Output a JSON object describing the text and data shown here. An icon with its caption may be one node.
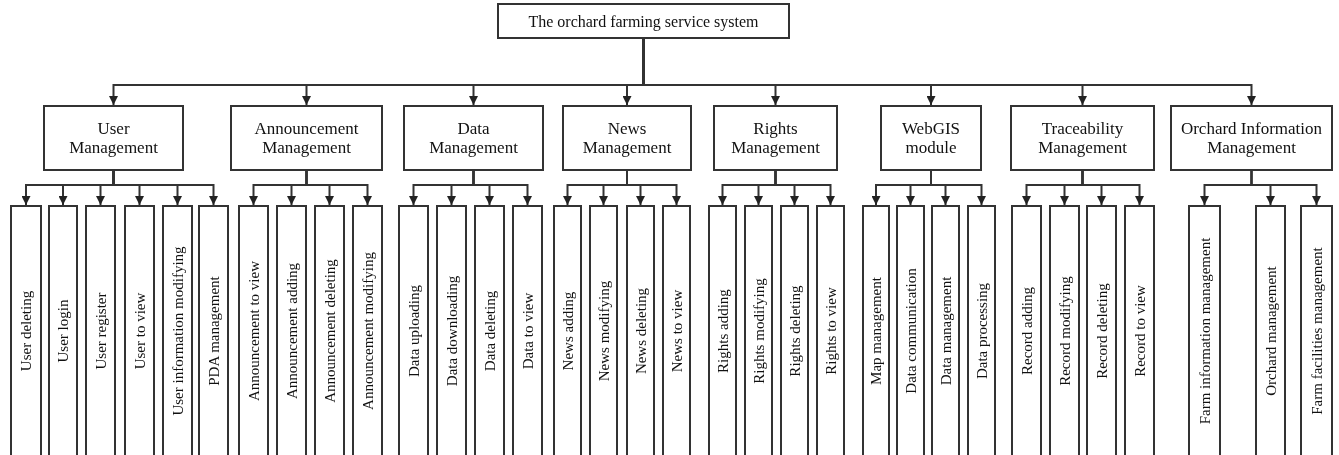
{
  "diagram": {
    "nodes": [
      {
        "text": [
          "The orchard farming service system"
        ]
      },
      {
        "text": [
          "User Management"
        ]
      },
      {
        "text": [
          "User deleting"
        ]
      },
      {
        "text": [
          "User login"
        ]
      },
      {
        "text": [
          "User register"
        ]
      },
      {
        "text": [
          "User to view"
        ]
      },
      {
        "text": [
          "User information modifying"
        ]
      },
      {
        "text": [
          "PDA management"
        ]
      },
      {
        "text": [
          "Announcement Management"
        ]
      },
      {
        "text": [
          "Announcement to view"
        ]
      },
      {
        "text": [
          "Announcement adding"
        ]
      },
      {
        "text": [
          "Announcement deleting"
        ]
      },
      {
        "text": [
          "Announcement modifying"
        ]
      },
      {
        "text": [
          "Data Management"
        ]
      },
      {
        "text": [
          "Data uploading"
        ]
      },
      {
        "text": [
          "Data downloading"
        ]
      },
      {
        "text": [
          "Data deleting"
        ]
      },
      {
        "text": [
          "Data to view"
        ]
      },
      {
        "text": [
          "News Management"
        ]
      },
      {
        "text": [
          "News adding"
        ]
      },
      {
        "text": [
          "News modifying"
        ]
      },
      {
        "text": [
          "News deleting"
        ]
      },
      {
        "text": [
          "News to view"
        ]
      },
      {
        "text": [
          "Rights Management"
        ]
      },
      {
        "text": [
          "Rights adding"
        ]
      },
      {
        "text": [
          "Rights modifying"
        ]
      },
      {
        "text": [
          "Rights deleting"
        ]
      },
      {
        "text": [
          "Rights to view"
        ]
      },
      {
        "text": [
          "WebGIS module"
        ]
      },
      {
        "text": [
          "Map management"
        ]
      },
      {
        "text": [
          "Data communication"
        ]
      },
      {
        "text": [
          "Data management"
        ]
      },
      {
        "text": [
          "Data processing"
        ]
      },
      {
        "text": [
          "Traceability Management"
        ]
      },
      {
        "text": [
          "Record adding"
        ]
      },
      {
        "text": [
          "Record modifying"
        ]
      },
      {
        "text": [
          "Record deleting"
        ]
      },
      {
        "text": [
          "Record to view"
        ]
      },
      {
        "text": [
          "Orchard Information Management"
        ]
      },
      {
        "text": [
          "Farm information management"
        ]
      },
      {
        "text": [
          "Orchard management"
        ]
      },
      {
        "text": [
          "Farm facilities management"
        ]
      }
    ],
    "edges": [
      {
        "from": 0,
        "to": 1,
        "arrow": "to"
      },
      {
        "from": 0,
        "to": 8,
        "arrow": "to"
      },
      {
        "from": 0,
        "to": 13,
        "arrow": "to"
      },
      {
        "from": 0,
        "to": 18,
        "arrow": "to"
      },
      {
        "from": 0,
        "to": 23,
        "arrow": "to"
      },
      {
        "from": 0,
        "to": 28,
        "arrow": "to"
      },
      {
        "from": 0,
        "to": 33,
        "arrow": "to"
      },
      {
        "from": 0,
        "to": 38,
        "arrow": "to"
      },
      {
        "from": 1,
        "to": 2,
        "arrow": "to"
      },
      {
        "from": 1,
        "to": 3,
        "arrow": "to"
      },
      {
        "from": 1,
        "to": 4,
        "arrow": "to"
      },
      {
        "from": 1,
        "to": 5,
        "arrow": "to"
      },
      {
        "from": 1,
        "to": 6,
        "arrow": "to"
      },
      {
        "from": 1,
        "to": 7,
        "arrow": "to"
      },
      {
        "from": 8,
        "to": 9,
        "arrow": "to"
      },
      {
        "from": 8,
        "to": 10,
        "arrow": "to"
      },
      {
        "from": 8,
        "to": 11,
        "arrow": "to"
      },
      {
        "from": 8,
        "to": 12,
        "arrow": "to"
      },
      {
        "from": 13,
        "to": 14,
        "arrow": "to"
      },
      {
        "from": 13,
        "to": 15,
        "arrow": "to"
      },
      {
        "from": 13,
        "to": 16,
        "arrow": "to"
      },
      {
        "from": 13,
        "to": 17,
        "arrow": "to"
      },
      {
        "from": 18,
        "to": 19,
        "arrow": "to"
      },
      {
        "from": 18,
        "to": 20,
        "arrow": "to"
      },
      {
        "from": 18,
        "to": 21,
        "arrow": "to"
      },
      {
        "from": 18,
        "to": 22,
        "arrow": "to"
      },
      {
        "from": 23,
        "to": 24,
        "arrow": "to"
      },
      {
        "from": 23,
        "to": 25,
        "arrow": "to"
      },
      {
        "from": 23,
        "to": 26,
        "arrow": "to"
      },
      {
        "from": 23,
        "to": 27,
        "arrow": "to"
      },
      {
        "from": 28,
        "to": 29,
        "arrow": "to"
      },
      {
        "from": 28,
        "to": 30,
        "arrow": "to"
      },
      {
        "from": 28,
        "to": 31,
        "arrow": "to"
      },
      {
        "from": 28,
        "to": 32,
        "arrow": "to"
      },
      {
        "from": 33,
        "to": 34,
        "arrow": "to"
      },
      {
        "from": 33,
        "to": 35,
        "arrow": "to"
      },
      {
        "from": 33,
        "to": 36,
        "arrow": "to"
      },
      {
        "from": 33,
        "to": 37,
        "arrow": "to"
      },
      {
        "from": 38,
        "to": 39,
        "arrow": "to"
      },
      {
        "from": 38,
        "to": 40,
        "arrow": "to"
      },
      {
        "from": 38,
        "to": 41,
        "arrow": "to"
      }
    ]
  }
}
